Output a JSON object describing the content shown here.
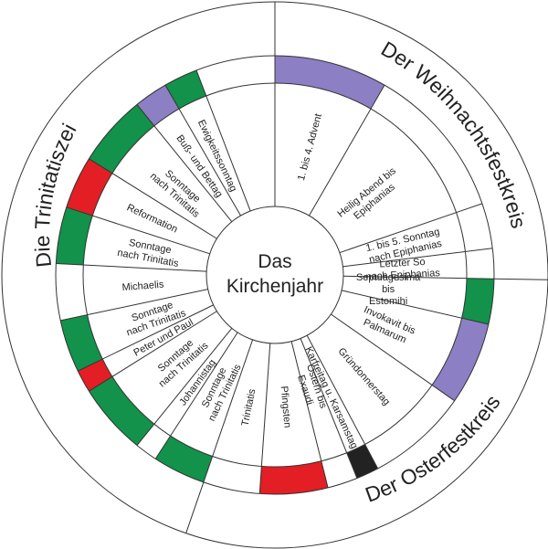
{
  "center": {
    "line1": "Das",
    "line2": "Kirchenjahr"
  },
  "circles": [
    {
      "id": "weihnacht",
      "label": "Der Weihnachtsfestkreis"
    },
    {
      "id": "oster",
      "label": "Der Osterfestkreis"
    },
    {
      "id": "trinitatis",
      "label": "Die Trinitatiszeit"
    }
  ],
  "colors": {
    "purple": "#8c7fc4",
    "green": "#12924a",
    "red": "#e31e24",
    "black": "#222222",
    "white": "#ffffff"
  },
  "segments": [
    {
      "label": "1. bis 4. Advent",
      "color": "purple"
    },
    {
      "label": "Heilig Abend bis Epiphanias",
      "color": "white"
    },
    {
      "label": "1. bis 5. Sonntag nach Epiphanias",
      "color": "white"
    },
    {
      "label": "Letzter So nach Epiphanias",
      "color": "white"
    },
    {
      "label": "Septuagesimä bis Estomihi",
      "color": "green"
    },
    {
      "label": "Invokavit bis Palmarum",
      "color": "purple"
    },
    {
      "label": "Gründonnerstag",
      "color": "white"
    },
    {
      "label": "Karfreitag u. Karsamstag",
      "color": "black"
    },
    {
      "label": "Ostern bis Exaudi",
      "color": "white"
    },
    {
      "label": "Pfingsten",
      "color": "red"
    },
    {
      "label": "Trinitatis",
      "color": "white"
    },
    {
      "label": "Sonntage nach Trinitatis",
      "color": "green"
    },
    {
      "label": "Johannistag",
      "color": "white"
    },
    {
      "label": "Sonntage nach Trinitatis",
      "color": "green"
    },
    {
      "label": "Peter und Paul",
      "color": "red"
    },
    {
      "label": "Sonntage nach Trinitatis",
      "color": "green"
    },
    {
      "label": "Michaelis",
      "color": "white"
    },
    {
      "label": "Sonntage nach Trinitatis",
      "color": "green"
    },
    {
      "label": "Reformation",
      "color": "red"
    },
    {
      "label": "Sonntage nach Trinitatis",
      "color": "green"
    },
    {
      "label": "Buß- und Bettag",
      "color": "purple"
    },
    {
      "label": "Ewigkeitssonntag",
      "color": "green"
    }
  ]
}
